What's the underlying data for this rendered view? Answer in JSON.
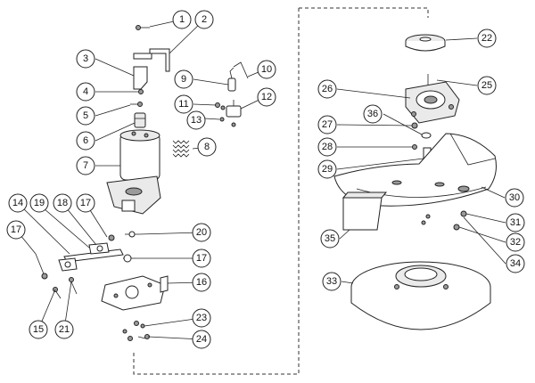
{
  "callouts": [
    "1",
    "2",
    "3",
    "4",
    "5",
    "6",
    "7",
    "8",
    "9",
    "10",
    "11",
    "12",
    "13",
    "14",
    "15",
    "16",
    "17",
    "17",
    "17",
    "18",
    "19",
    "20",
    "21",
    "22",
    "23",
    "24",
    "25",
    "26",
    "27",
    "28",
    "29",
    "30",
    "31",
    "32",
    "33",
    "34",
    "35",
    "36"
  ]
}
